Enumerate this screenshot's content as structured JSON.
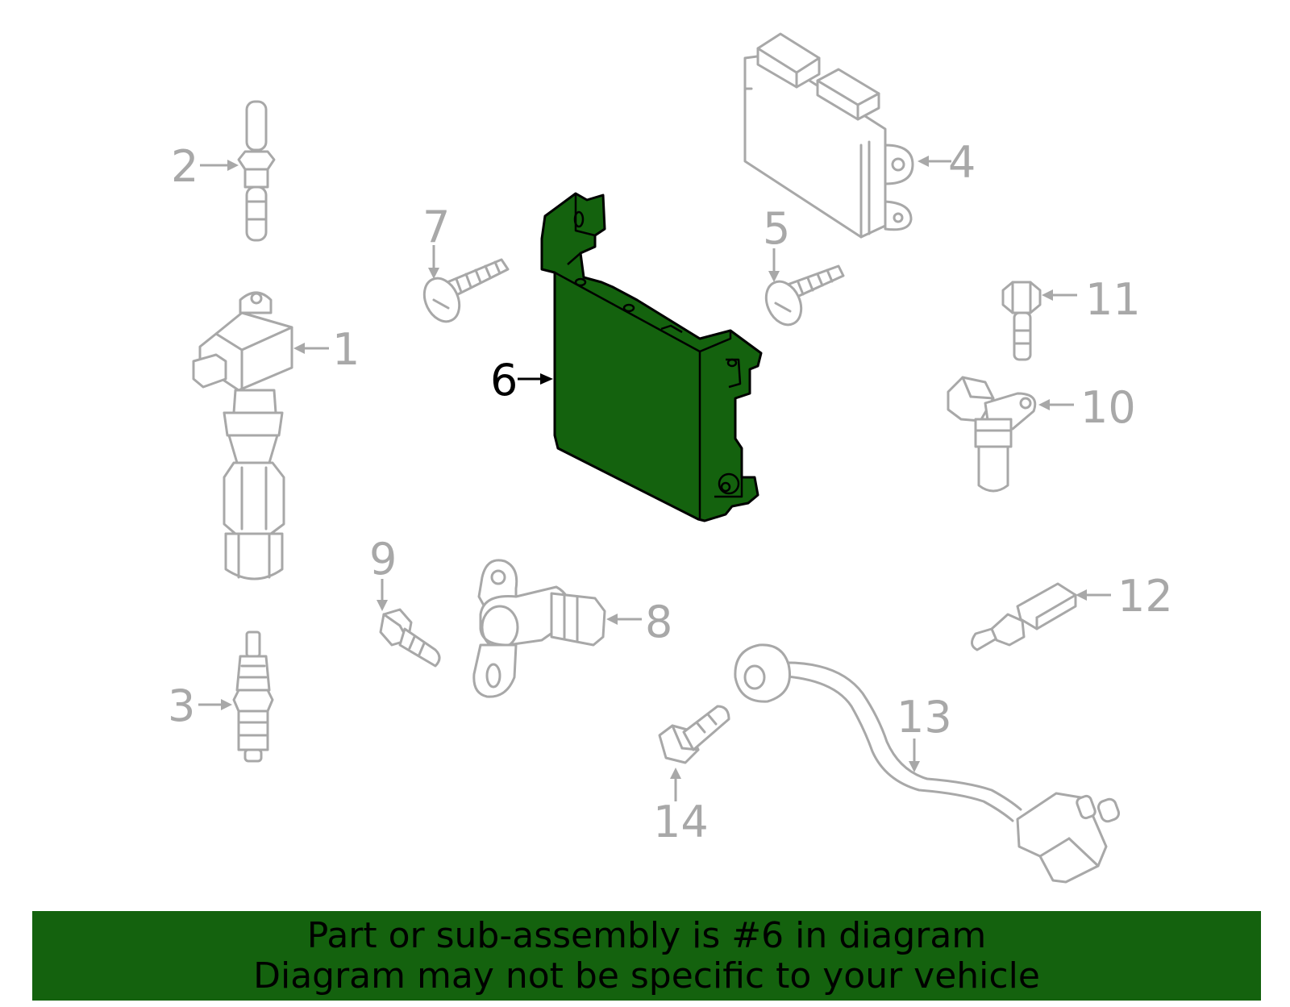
{
  "colors": {
    "highlight": "#14620e",
    "banner": "#14620e",
    "outline": "#a8a8a8",
    "highlight_outline": "#000000"
  },
  "callouts": {
    "c1": "1",
    "c2": "2",
    "c3": "3",
    "c4": "4",
    "c5": "5",
    "c6": "6",
    "c7": "7",
    "c8": "8",
    "c9": "9",
    "c10": "10",
    "c11": "11",
    "c12": "12",
    "c13": "13",
    "c14": "14"
  },
  "highlighted_part": "6",
  "banner": {
    "line1": "Part or sub-assembly is #6 in diagram",
    "line2": "Diagram may not be specific to your vehicle"
  }
}
